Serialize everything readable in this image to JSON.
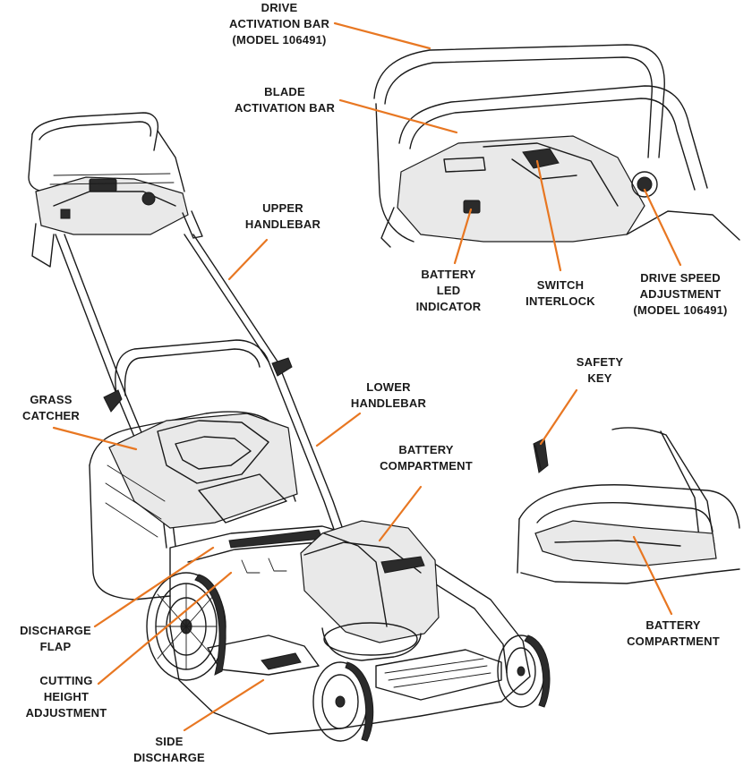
{
  "colors": {
    "leader": "#e87722",
    "ink": "#1a1a1a"
  },
  "labels": {
    "drive_activation_bar": [
      "DRIVE",
      "ACTIVATION BAR",
      "(MODEL 106491)"
    ],
    "blade_activation_bar": [
      "BLADE",
      "ACTIVATION BAR"
    ],
    "upper_handlebar": [
      "UPPER",
      "HANDLEBAR"
    ],
    "battery_led_indicator": [
      "BATTERY",
      "LED",
      "INDICATOR"
    ],
    "switch_interlock": [
      "SWITCH",
      "INTERLOCK"
    ],
    "drive_speed_adjustment": [
      "DRIVE SPEED",
      "ADJUSTMENT",
      "(MODEL 106491)"
    ],
    "safety_key": [
      "SAFETY",
      "KEY"
    ],
    "grass_catcher": [
      "GRASS",
      "CATCHER"
    ],
    "lower_handlebar": [
      "LOWER",
      "HANDLEBAR"
    ],
    "battery_compartment_main": [
      "BATTERY",
      "COMPARTMENT"
    ],
    "discharge_flap": [
      "DISCHARGE",
      "FLAP"
    ],
    "cutting_height_adjustment": [
      "CUTTING",
      "HEIGHT",
      "ADJUSTMENT"
    ],
    "side_discharge": [
      "SIDE",
      "DISCHARGE"
    ],
    "battery_compartment_detail": [
      "BATTERY",
      "COMPARTMENT"
    ]
  }
}
